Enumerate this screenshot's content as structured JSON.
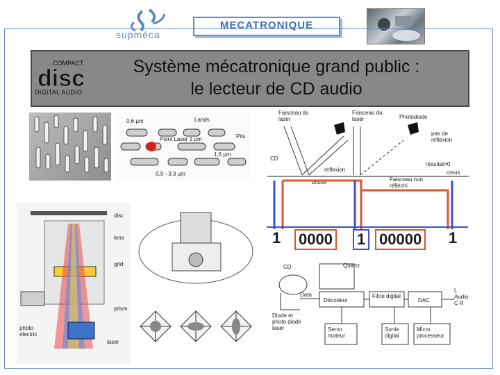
{
  "header": {
    "banner_text": "MECATRONIQUE",
    "logo_text": "supméca"
  },
  "slide": {
    "title_line1": "Système mécatronique grand public :",
    "title_line2": "le lecteur de CD audio"
  },
  "cd_logo": {
    "top": "COMPACT",
    "word": "disc",
    "bottom": "DIGITAL AUDIO"
  },
  "pits_diagram": {
    "width": "0,6 µm",
    "lands": "Lands",
    "pits": "Pits",
    "laser_point": "Point Laser 1 µm",
    "pitch": "1,6 µm",
    "length": "0,9 - 3,3 µm"
  },
  "reflection": {
    "beam1": "Faisceau du laser",
    "beam2": "Faisceau du laser",
    "photodiode": "Photodiode",
    "no_reflection": "pas de réflexion",
    "cd": "CD",
    "reflection": "réflexion",
    "result": "résultat=0",
    "creux": "creux",
    "bosse": "bosse",
    "reflected_beam": "Faisceau non réfléchi"
  },
  "binary": [
    "1",
    "0000",
    "1",
    "00000",
    "1"
  ],
  "block_diagram": {
    "cd": "CD",
    "quartz": "Quartz",
    "data": "Data",
    "decoder": "Décodeur",
    "filter": "Filtre digital",
    "dac": "DAC",
    "audio_out": "L Audio C R",
    "diode": "Diode et photo diode laser",
    "servo": "Servo moteur",
    "output": "Sortie digital",
    "micro": "Micro processeur"
  },
  "optics_labels": {
    "disc": "disc",
    "lens": "lens",
    "grid": "grid",
    "prism": "prism",
    "photo": "photo electric",
    "laser": "laser"
  }
}
